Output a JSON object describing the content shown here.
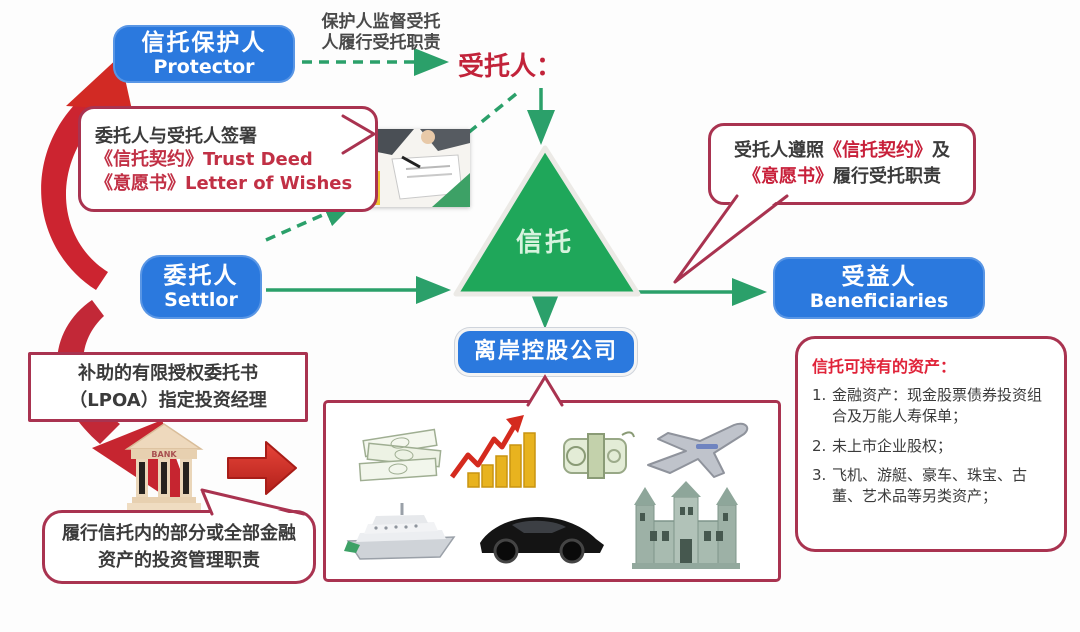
{
  "nodes": {
    "protector": {
      "zh": "信托保护人",
      "en": "Protector"
    },
    "settlor": {
      "zh": "委托人",
      "en": "Settlor"
    },
    "beneficiaries": {
      "zh": "受益人",
      "en": "Beneficiaries"
    },
    "trustee_label": "受托人：",
    "triangle_label": "信托",
    "offshore_label": "离岸控股公司"
  },
  "annotations": {
    "supervision": {
      "line1": "保护人监督受托",
      "line2": "人履行受托职责"
    },
    "sign_bubble": {
      "line1": "委托人与受托人签署",
      "line2": "《信托契约》Trust Deed",
      "line3": "《意愿书》Letter of Wishes"
    },
    "trustee_bubble": {
      "t1": "受托人遵照",
      "t2": "《信托契约》",
      "t3": "及",
      "t4": "《意愿书》",
      "t5": "履行受托职责"
    },
    "lpoa_box": {
      "line1": "补助的有限授权委托书",
      "line2": "（LPOA）指定投资经理"
    },
    "manager_bubble": {
      "line1": "履行信托内的部分或全部金融",
      "line2": "资产的投资管理职责"
    }
  },
  "assets_panel": {
    "title": "信托可持有的资产：",
    "items": [
      {
        "num": "1.",
        "text": "金融资产：现金股票债券投资组合及万能人寿保单；"
      },
      {
        "num": "2.",
        "text": "未上市企业股权；"
      },
      {
        "num": "3.",
        "text": "飞机、游艇、豪车、珠宝、古董、艺术品等另类资产；"
      }
    ]
  },
  "misc": {
    "bank_label": "BANK"
  },
  "asset_icons": [
    "dollar-bills",
    "growth-chart",
    "cash-bundle",
    "airplane",
    "cruise-ship",
    "sports-car",
    "mansion"
  ],
  "colors": {
    "node_blue": "#2b79de",
    "triangle_green": "#1fa75a",
    "arrow_green": "#2ba06a",
    "border_crimson": "#a93350",
    "red_text": "#c2233a",
    "red_arrow": "#d22a24",
    "dark_text": "#3b3b3b"
  }
}
